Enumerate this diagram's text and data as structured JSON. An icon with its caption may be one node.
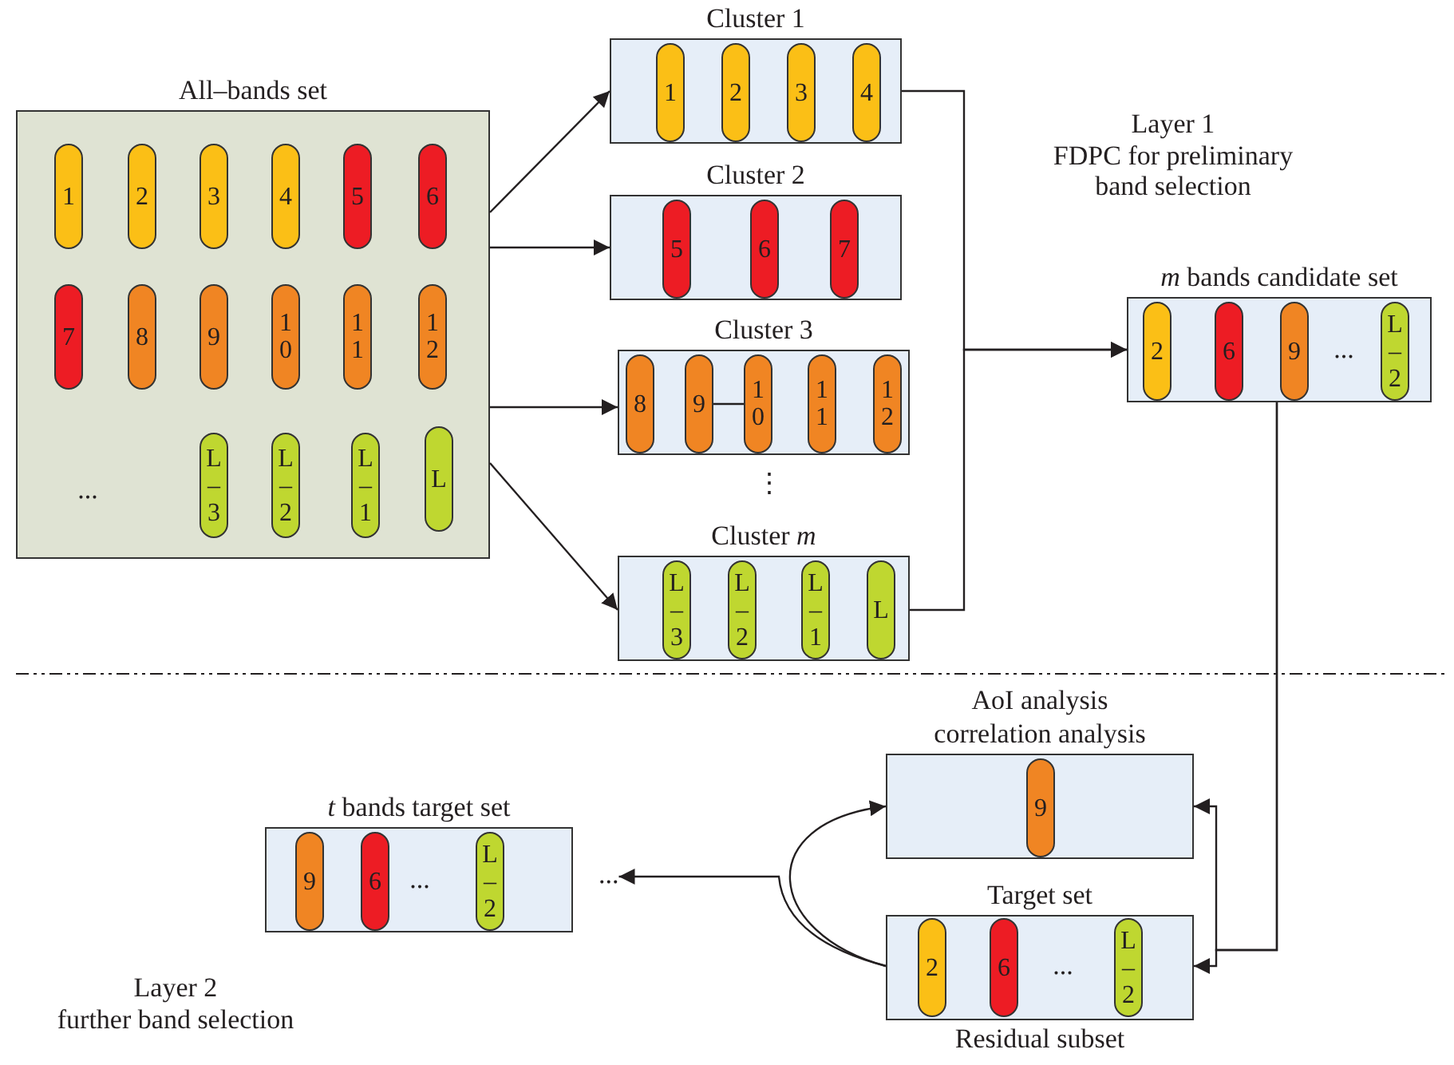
{
  "diagram": {
    "nodes": [
      {
        "text": [
          "All–bands set"
        ]
      },
      {
        "text": [
          "1"
        ],
        "in": 0
      },
      {
        "text": [
          "2"
        ],
        "in": 0
      },
      {
        "text": [
          "3"
        ],
        "in": 0
      },
      {
        "text": [
          "4"
        ],
        "in": 0
      },
      {
        "text": [
          "5"
        ],
        "in": 0
      },
      {
        "text": [
          "6"
        ],
        "in": 0
      },
      {
        "text": [
          "7"
        ],
        "in": 0
      },
      {
        "text": [
          "8"
        ],
        "in": 0
      },
      {
        "text": [
          "9"
        ],
        "in": 0
      },
      {
        "text": [
          "10"
        ],
        "in": 0
      },
      {
        "text": [
          "11"
        ],
        "in": 0
      },
      {
        "text": [
          "12"
        ],
        "in": 0
      },
      {
        "text": [
          "L–3"
        ],
        "in": 0
      },
      {
        "text": [
          "L–2"
        ],
        "in": 0
      },
      {
        "text": [
          "L–1"
        ],
        "in": 0
      },
      {
        "text": [
          "L"
        ],
        "in": 0
      },
      {
        "text": [
          "Cluster 1"
        ]
      },
      {
        "text": [
          "1"
        ],
        "in": 17
      },
      {
        "text": [
          "2"
        ],
        "in": 17
      },
      {
        "text": [
          "3"
        ],
        "in": 17
      },
      {
        "text": [
          "4"
        ],
        "in": 17
      },
      {
        "text": [
          "Cluster 2"
        ]
      },
      {
        "text": [
          "5"
        ],
        "in": 22
      },
      {
        "text": [
          "6"
        ],
        "in": 22
      },
      {
        "text": [
          "7"
        ],
        "in": 22
      },
      {
        "text": [
          "Cluster 3"
        ]
      },
      {
        "text": [
          "8"
        ],
        "in": 26
      },
      {
        "text": [
          "9"
        ],
        "in": 26
      },
      {
        "text": [
          "10"
        ],
        "in": 26
      },
      {
        "text": [
          "11"
        ],
        "in": 26
      },
      {
        "text": [
          "12"
        ],
        "in": 26
      },
      {
        "text": [
          "Cluster *m*"
        ]
      },
      {
        "text": [
          "L–3"
        ],
        "in": 32
      },
      {
        "text": [
          "L–2"
        ],
        "in": 32
      },
      {
        "text": [
          "L–1"
        ],
        "in": 32
      },
      {
        "text": [
          "L"
        ],
        "in": 32
      },
      {
        "text": [
          "*m* bands candidate set"
        ]
      },
      {
        "text": [
          "2"
        ],
        "in": 37
      },
      {
        "text": [
          "6"
        ],
        "in": 37
      },
      {
        "text": [
          "9"
        ],
        "in": 37
      },
      {
        "text": [
          "L–2"
        ],
        "in": 37
      },
      {
        "text": [
          "AoI analysis",
          "correlation analysis"
        ]
      },
      {
        "text": [
          "9"
        ],
        "in": 42
      },
      {
        "text": [
          "*t* bands target set"
        ]
      },
      {
        "text": [
          "9"
        ],
        "in": 44
      },
      {
        "text": [
          "6"
        ],
        "in": 44
      },
      {
        "text": [
          "L–2"
        ],
        "in": 44
      },
      {
        "text": [
          "..."
        ]
      },
      {
        "text": [
          "Target set"
        ],
        "beside": [
          "Residual subset"
        ]
      },
      {
        "text": [
          "2"
        ],
        "in": 49
      },
      {
        "text": [
          "6"
        ],
        "in": 49
      },
      {
        "text": [
          "L–2"
        ],
        "in": 49
      }
    ],
    "edges": [
      {
        "from": 0,
        "to": 17,
        "arrow": "to"
      },
      {
        "from": 0,
        "to": 22,
        "arrow": "to"
      },
      {
        "from": 0,
        "to": 26,
        "arrow": "to"
      },
      {
        "from": 0,
        "to": 32,
        "arrow": "to"
      },
      {
        "from": 28,
        "to": 29,
        "arrow": "none"
      },
      {
        "from": 17,
        "to": 37,
        "arrow": "to"
      },
      {
        "from": 32,
        "to": 37,
        "arrow": "to"
      },
      {
        "from": 37,
        "to": 42,
        "arrow": "to"
      },
      {
        "from": 37,
        "to": 49,
        "arrow": "to"
      },
      {
        "from": 49,
        "to": 42,
        "arrow": "to"
      },
      {
        "from": 49,
        "to": 48,
        "arrow": "to"
      }
    ],
    "labels": [
      "...",
      "Layer 1",
      "FDPC for preliminary band selection",
      "⋮",
      "...",
      "...",
      "...",
      "Layer 2",
      "further band selection"
    ]
  }
}
